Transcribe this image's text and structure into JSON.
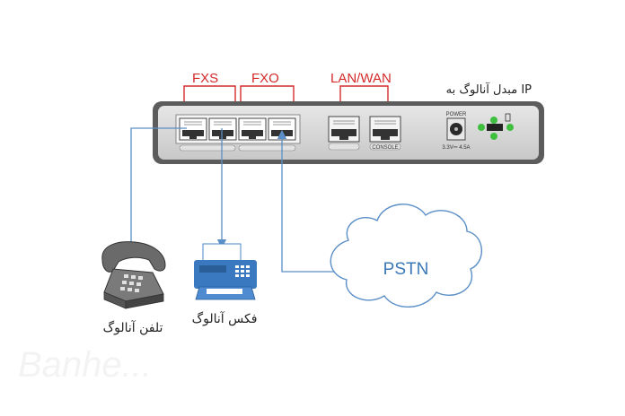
{
  "labels": {
    "fxs": "FXS",
    "fxo": "FXO",
    "lan_wan": "LAN/WAN",
    "device_title": "مبدل آنالوگ به IP",
    "power": "POWER",
    "power_spec": "3.3V⎓ 4.5A",
    "port_console": "CONSOLE",
    "pstn": "PSTN",
    "analog_phone": "تلفن آنالوگ",
    "analog_fax": "فکس آنالوگ"
  },
  "colors": {
    "accent_red": "#d42a2a",
    "line_blue": "#5b8fc7",
    "led_green": "#3fbf3f",
    "device_body": "#d0d0d0"
  },
  "icons": [
    "telephone-icon",
    "fax-icon",
    "cloud-icon"
  ]
}
